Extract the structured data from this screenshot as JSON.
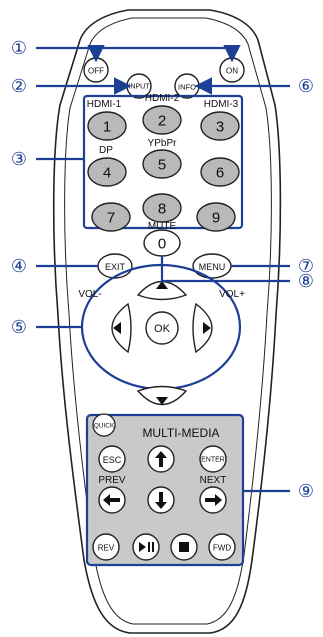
{
  "colors": {
    "accent_blue": "#1d3f95",
    "panel_gray": "#c9c9c9",
    "button_gray": "#b9b9b9",
    "outline": "#222222"
  },
  "callouts": [
    "①",
    "②",
    "③",
    "④",
    "⑤",
    "⑥",
    "⑦",
    "⑧",
    "⑨"
  ],
  "buttons": {
    "off": "OFF",
    "on": "ON",
    "input": "INPUT",
    "info": "INFO",
    "num1": "1",
    "num2": "2",
    "num3": "3",
    "num4": "4",
    "num5": "5",
    "num6": "6",
    "num7": "7",
    "num8": "8",
    "num9": "9",
    "num0": "0",
    "exit": "EXIT",
    "menu": "MENU",
    "ok": "OK",
    "quick": "QUICK",
    "esc": "ESC",
    "enter": "ENTER",
    "rev": "REV",
    "fwd": "FWD"
  },
  "labels": {
    "hdmi1": "HDMI-1",
    "hdmi2": "HDMI-2",
    "hdmi3": "HDMI-3",
    "dp": "DP",
    "ypbpr": "YPbPr",
    "mute": "MUTE",
    "vol_minus": "VOL-",
    "vol_plus": "VOL+",
    "multimedia": "MULTI-MEDIA",
    "prev": "PREV",
    "next": "NEXT"
  },
  "icons": {
    "up": "up-triangle",
    "down": "down-triangle",
    "left": "left-triangle",
    "right": "right-triangle",
    "arrow_up": "up-arrow",
    "arrow_down": "down-arrow",
    "prev": "left-arrow",
    "next": "right-arrow",
    "play_pause": "play-pause",
    "stop": "stop-square"
  }
}
